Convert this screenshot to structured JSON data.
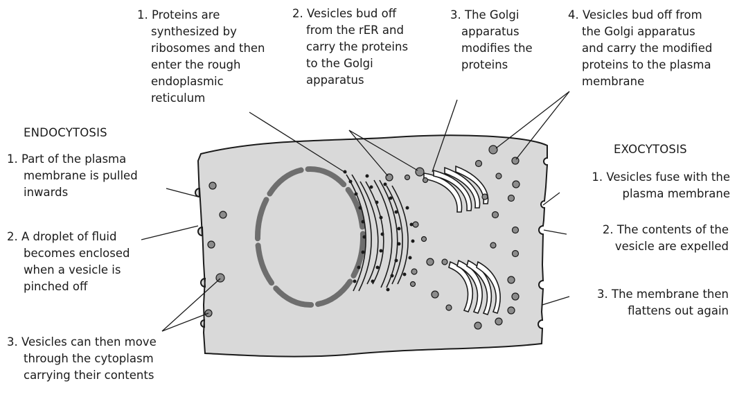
{
  "endocytosis": {
    "heading": "ENDOCYTOSIS",
    "steps": [
      [
        "1. Part of the plasma",
        "membrane is pulled",
        "inwards"
      ],
      [
        "2. A droplet of fluid",
        "becomes enclosed",
        "when a vesicle is",
        "pinched off"
      ],
      [
        "3. Vesicles can then move",
        "through the cytoplasm",
        "carrying their contents"
      ]
    ]
  },
  "exocytosis": {
    "heading": "EXOCYTOSIS",
    "steps": [
      [
        "1. Vesicles fuse with the",
        "plasma membrane"
      ],
      [
        "2. The contents of the",
        "vesicle are expelled"
      ],
      [
        "3. The membrane then",
        "flattens out again"
      ]
    ]
  },
  "secretion": {
    "steps": [
      [
        "1. Proteins are",
        "synthesized by",
        "ribosomes and then",
        "enter the rough",
        "endoplasmic",
        "reticulum"
      ],
      [
        "2. Vesicles bud off",
        "from the rER and",
        "carry the proteins",
        "to the Golgi",
        "apparatus"
      ],
      [
        "3. The Golgi",
        "apparatus",
        "modifies the",
        "proteins"
      ],
      [
        "4. Vesicles bud off from",
        "the Golgi apparatus",
        "and carry the modified",
        "proteins to the plasma",
        "membrane"
      ]
    ]
  },
  "colors": {
    "cytoplasm": "#d9d9d9",
    "outline": "#1a1a1a",
    "nucleus_envelope": "#6e6e6e",
    "vesicle": "#8c8c8c"
  }
}
